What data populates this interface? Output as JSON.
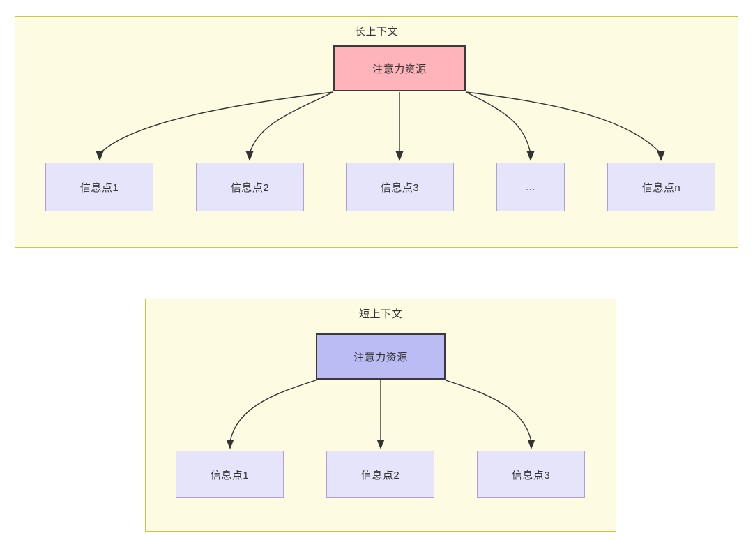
{
  "diagram": {
    "title_semantic": "attention-resource-allocation-long-vs-short-context",
    "background_color": "#ffffff",
    "palette": {
      "group_fill": "#fdfce3",
      "group_border": "#c8c840",
      "attention_long_fill": "#ffb3ba",
      "attention_short_fill": "#bcbcf5",
      "node_border_dark": "#3a3a3a",
      "info_fill": "#e6e4fb",
      "info_border": "#b39ddb",
      "edge_color": "#333333",
      "text_color": "#333333"
    }
  },
  "groups": [
    {
      "id": "long-context",
      "title": "长上下文",
      "root": {
        "label": "注意力资源"
      },
      "children": [
        {
          "label": "信息点1"
        },
        {
          "label": "信息点2"
        },
        {
          "label": "信息点3"
        },
        {
          "label": "..."
        },
        {
          "label": "信息点n"
        }
      ]
    },
    {
      "id": "short-context",
      "title": "短上下文",
      "root": {
        "label": "注意力资源"
      },
      "children": [
        {
          "label": "信息点1"
        },
        {
          "label": "信息点2"
        },
        {
          "label": "信息点3"
        }
      ]
    }
  ]
}
